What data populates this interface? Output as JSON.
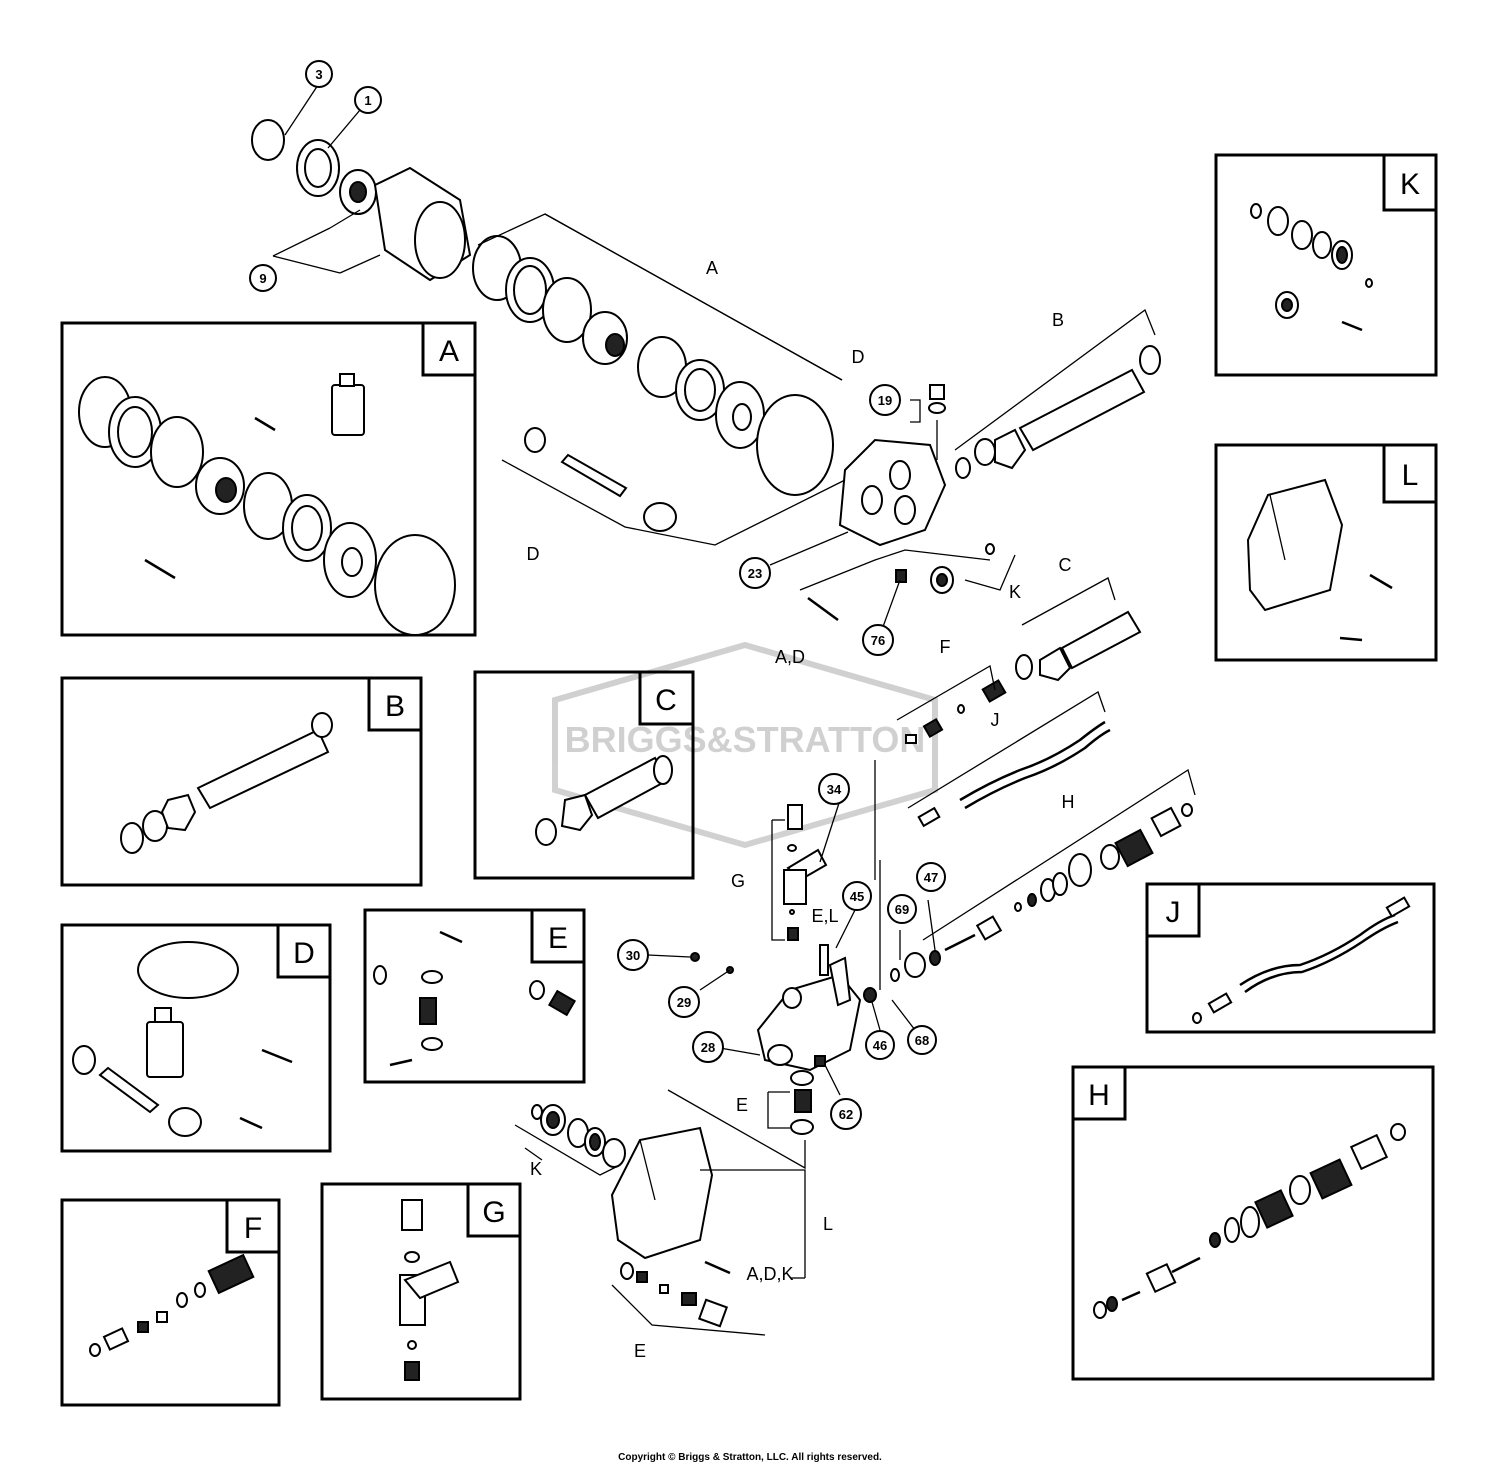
{
  "watermark": "BRIGGS&STRATTON",
  "copyright": "Copyright © Briggs & Stratton, LLC. All rights reserved.",
  "callouts": [
    "3",
    "1",
    "9",
    "19",
    "23",
    "76",
    "34",
    "45",
    "47",
    "69",
    "30",
    "29",
    "28",
    "46",
    "68",
    "62"
  ],
  "kit_labels": [
    "A",
    "B",
    "C",
    "D",
    "E",
    "F",
    "G",
    "H",
    "J",
    "K",
    "L"
  ],
  "assembly_labels": {
    "a": "A",
    "b": "B",
    "c": "C",
    "d_upper": "D",
    "d_lower": "D",
    "k_upper": "K",
    "ad": "A,D",
    "f": "F",
    "j": "J",
    "h": "H",
    "g": "G",
    "el": "E,L",
    "e_mid": "E",
    "k_lower": "K",
    "l": "L",
    "adk": "A,D,K",
    "e_low": "E"
  }
}
